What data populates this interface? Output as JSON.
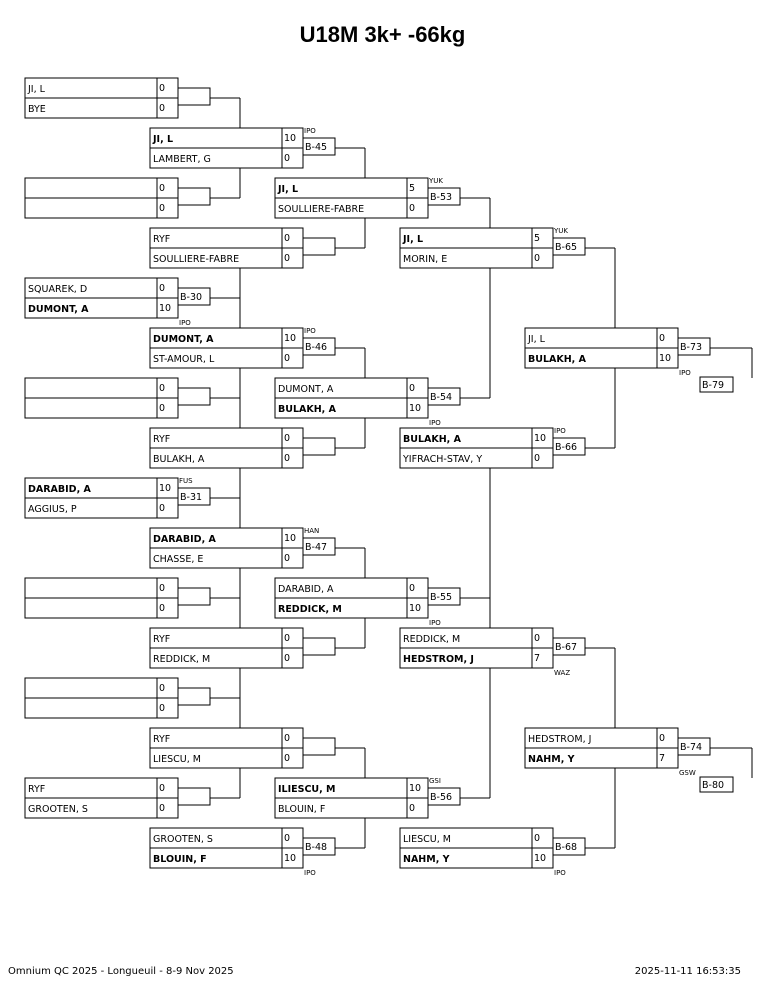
{
  "title": "U18M 3k+ -66kg",
  "footer": {
    "left": "Omnium QC 2025 - Longueuil - 8-9 Nov 2025",
    "right": "2025-11-11 16:53:35"
  },
  "rounds": [
    {
      "matches": [
        {
          "top": {
            "name": "JI, L",
            "score": "0",
            "bold": false
          },
          "bottom": {
            "name": "BYE",
            "score": "0",
            "bold": false
          },
          "label": "",
          "result": ""
        },
        {
          "top": {
            "name": "",
            "score": "0",
            "bold": false
          },
          "bottom": {
            "name": "",
            "score": "0",
            "bold": false
          },
          "label": "",
          "result": ""
        },
        {
          "top": {
            "name": "SQUAREK, D",
            "score": "0",
            "bold": false
          },
          "bottom": {
            "name": "DUMONT, A",
            "score": "10",
            "bold": true
          },
          "label": "B-30",
          "result": "IPO"
        },
        {
          "top": {
            "name": "",
            "score": "0",
            "bold": false
          },
          "bottom": {
            "name": "",
            "score": "0",
            "bold": false
          },
          "label": "",
          "result": ""
        },
        {
          "top": {
            "name": "DARABID, A",
            "score": "10",
            "bold": true
          },
          "bottom": {
            "name": "AGGIUS, P",
            "score": "0",
            "bold": false
          },
          "label": "B-31",
          "result": "FUS"
        },
        {
          "top": {
            "name": "",
            "score": "0",
            "bold": false
          },
          "bottom": {
            "name": "",
            "score": "0",
            "bold": false
          },
          "label": "",
          "result": ""
        },
        {
          "top": {
            "name": "",
            "score": "0",
            "bold": false
          },
          "bottom": {
            "name": "",
            "score": "0",
            "bold": false
          },
          "label": "",
          "result": ""
        },
        {
          "top": {
            "name": "RYF",
            "score": "0",
            "bold": false
          },
          "bottom": {
            "name": "GROOTEN, S",
            "score": "0",
            "bold": false
          },
          "label": "",
          "result": ""
        }
      ]
    },
    {
      "matches": [
        {
          "top": {
            "name": "JI, L",
            "score": "10",
            "bold": true
          },
          "bottom": {
            "name": "LAMBERT, G",
            "score": "0",
            "bold": false
          },
          "label": "B-45",
          "result": "IPO"
        },
        {
          "top": {
            "name": "RYF",
            "score": "0",
            "bold": false
          },
          "bottom": {
            "name": "SOULLIERE-FABRE",
            "score": "0",
            "bold": false
          },
          "label": "",
          "result": ""
        },
        {
          "top": {
            "name": "DUMONT, A",
            "score": "10",
            "bold": true
          },
          "bottom": {
            "name": "ST-AMOUR, L",
            "score": "0",
            "bold": false
          },
          "label": "B-46",
          "result": "IPO"
        },
        {
          "top": {
            "name": "RYF",
            "score": "0",
            "bold": false
          },
          "bottom": {
            "name": "BULAKH, A",
            "score": "0",
            "bold": false
          },
          "label": "",
          "result": ""
        },
        {
          "top": {
            "name": "DARABID, A",
            "score": "10",
            "bold": true
          },
          "bottom": {
            "name": "CHASSE, E",
            "score": "0",
            "bold": false
          },
          "label": "B-47",
          "result": "HAN"
        },
        {
          "top": {
            "name": "RYF",
            "score": "0",
            "bold": false
          },
          "bottom": {
            "name": "REDDICK, M",
            "score": "0",
            "bold": false
          },
          "label": "",
          "result": ""
        },
        {
          "top": {
            "name": "RYF",
            "score": "0",
            "bold": false
          },
          "bottom": {
            "name": "LIESCU, M",
            "score": "0",
            "bold": false
          },
          "label": "",
          "result": ""
        },
        {
          "top": {
            "name": "GROOTEN, S",
            "score": "0",
            "bold": false
          },
          "bottom": {
            "name": "BLOUIN, F",
            "score": "10",
            "bold": true
          },
          "label": "B-48",
          "result": "IPO"
        }
      ]
    },
    {
      "matches": [
        {
          "top": {
            "name": "JI, L",
            "score": "5",
            "bold": true
          },
          "bottom": {
            "name": "SOULLIERE-FABRE",
            "score": "0",
            "bold": false
          },
          "label": "B-53",
          "result": "YUK"
        },
        {
          "top": {
            "name": "DUMONT, A",
            "score": "0",
            "bold": false
          },
          "bottom": {
            "name": "BULAKH, A",
            "score": "10",
            "bold": true
          },
          "label": "B-54",
          "result": "IPO"
        },
        {
          "top": {
            "name": "DARABID, A",
            "score": "0",
            "bold": false
          },
          "bottom": {
            "name": "REDDICK, M",
            "score": "10",
            "bold": true
          },
          "label": "B-55",
          "result": "IPO"
        },
        {
          "top": {
            "name": "ILIESCU, M",
            "score": "10",
            "bold": true
          },
          "bottom": {
            "name": "BLOUIN, F",
            "score": "0",
            "bold": false
          },
          "label": "B-56",
          "result": "GSI"
        }
      ]
    },
    {
      "matches": [
        {
          "top": {
            "name": "JI, L",
            "score": "5",
            "bold": true
          },
          "bottom": {
            "name": "MORIN, E",
            "score": "0",
            "bold": false
          },
          "label": "B-65",
          "result": "YUK"
        },
        {
          "top": {
            "name": "BULAKH, A",
            "score": "10",
            "bold": true
          },
          "bottom": {
            "name": "YIFRACH-STAV, Y",
            "score": "0",
            "bold": false
          },
          "label": "B-66",
          "result": "IPO"
        },
        {
          "top": {
            "name": "REDDICK, M",
            "score": "0",
            "bold": false
          },
          "bottom": {
            "name": "HEDSTROM, J",
            "score": "7",
            "bold": true
          },
          "label": "B-67",
          "result": "WAZ"
        },
        {
          "top": {
            "name": "LIESCU, M",
            "score": "0",
            "bold": false
          },
          "bottom": {
            "name": "NAHM, Y",
            "score": "10",
            "bold": true
          },
          "label": "B-68",
          "result": "IPO"
        }
      ]
    },
    {
      "matches": [
        {
          "top": {
            "name": "JI, L",
            "score": "0",
            "bold": false
          },
          "bottom": {
            "name": "BULAKH, A",
            "score": "10",
            "bold": true
          },
          "label": "B-73",
          "result": "IPO"
        },
        {
          "top": {
            "name": "HEDSTROM, J",
            "score": "0",
            "bold": false
          },
          "bottom": {
            "name": "NAHM, Y",
            "score": "7",
            "bold": true
          },
          "label": "B-74",
          "result": "GSW"
        }
      ]
    }
  ],
  "finals": [
    "B-79",
    "B-80"
  ]
}
